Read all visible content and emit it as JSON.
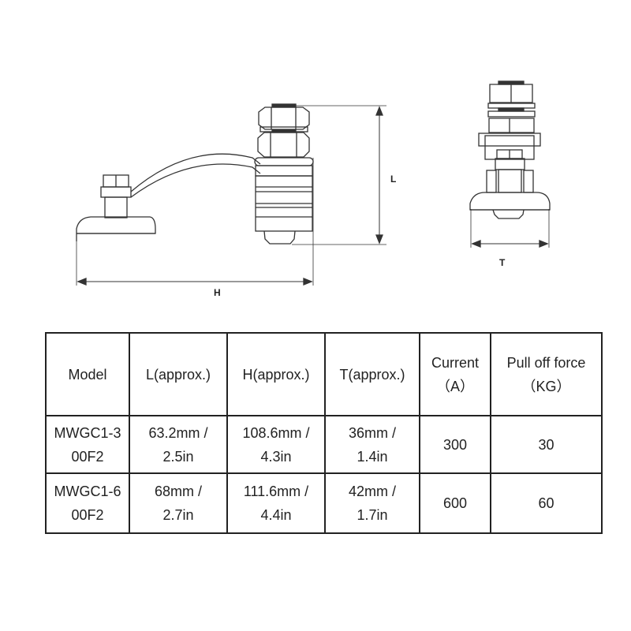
{
  "dimensions": {
    "H": "H",
    "L": "L",
    "T": "T"
  },
  "table": {
    "headers": [
      "Model",
      "L(approx.)",
      "H(approx.)",
      "T(approx.)",
      "Current（A）",
      "Pull off force（KG）"
    ],
    "rows": [
      {
        "model": "MWGC1-300F2",
        "l": "63.2mm / 2.5in",
        "h": "108.6mm / 4.3in",
        "t": "36mm / 1.4in",
        "current": "300",
        "force": "30"
      },
      {
        "model": "MWGC1-600F2",
        "l": "68mm / 2.7in",
        "h": "111.6mm / 4.4in",
        "t": "42mm / 1.7in",
        "current": "600",
        "force": "60"
      }
    ]
  }
}
